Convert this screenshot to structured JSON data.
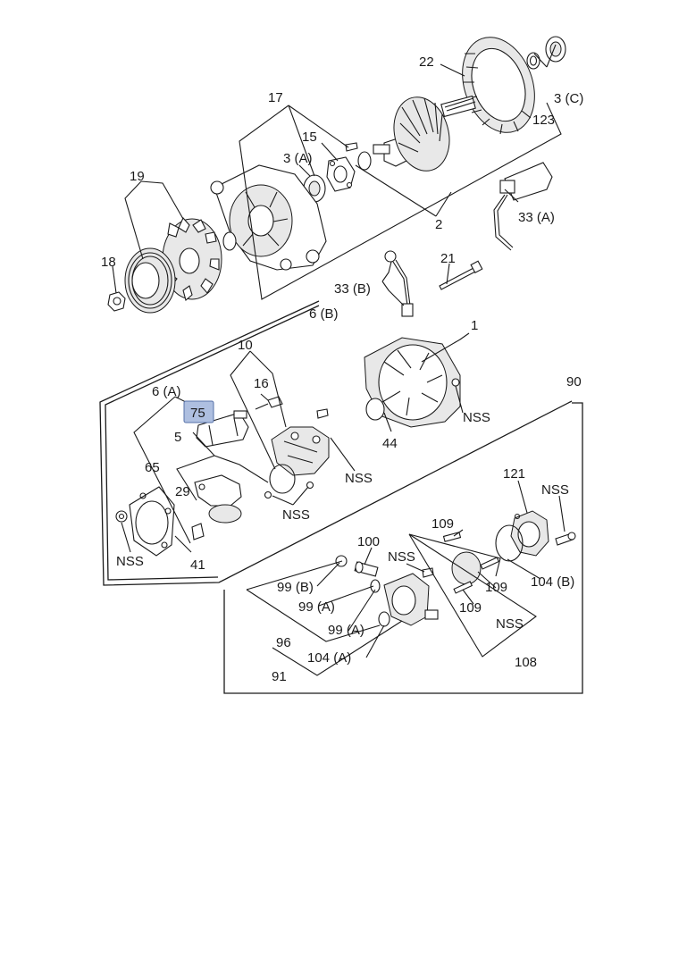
{
  "highlight_color": "#aebfe0",
  "callouts": {
    "c22": "22",
    "c17": "17",
    "c15": "15",
    "c3a_top": "3 (A)",
    "c3c": "3 (C)",
    "c123": "123",
    "c19": "19",
    "c18": "18",
    "c2": "2",
    "c33a": "33 (A)",
    "c21": "21",
    "c33b": "33 (B)",
    "c6b": "6 (B)",
    "c1": "1",
    "c10": "10",
    "c16": "16",
    "c6a": "6 (A)",
    "c75": "75",
    "c5": "5",
    "c65": "65",
    "c29": "29",
    "c41": "41",
    "c44": "44",
    "nss_rectifier": "NSS",
    "nss_regulator": "NSS",
    "nss_brush": "NSS",
    "nss_plate": "NSS",
    "c90": "90",
    "c121": "121",
    "nss_pump_bolt": "NSS",
    "c104b": "104 (B)",
    "c109_top": "109",
    "c109_right": "109",
    "c109_bottom": "109",
    "nss_vane": "NSS",
    "c108": "108",
    "c100": "100",
    "nss_pump": "NSS",
    "c99b": "99 (B)",
    "c99a_left": "99 (A)",
    "c99a_right": "99 (A)",
    "c96": "96",
    "c104a": "104 (A)",
    "c91": "91"
  }
}
